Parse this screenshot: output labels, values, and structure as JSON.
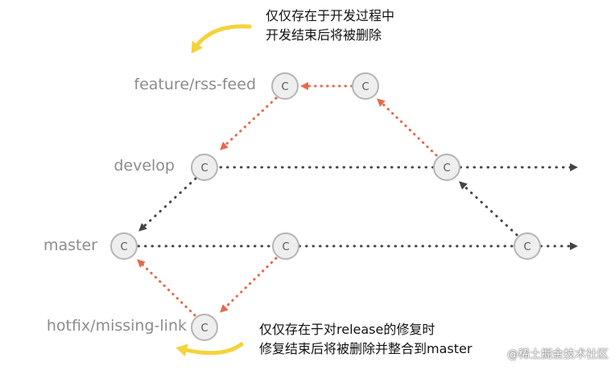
{
  "branches": {
    "feature": "feature/rss-feed",
    "develop": "develop",
    "master": "master",
    "hotfix": "hotfix/missing-link"
  },
  "commit_label": "C",
  "notes": {
    "feature_line1": "仅仅存在于开发过程中",
    "feature_line2": "开发结束后将被删除",
    "hotfix_line1": "仅仅存在于对release的修复时",
    "hotfix_line2": "修复结束后将被删除并整合到master"
  },
  "watermark": "@稀土掘金技术社区",
  "colors": {
    "merge_arrow": "#e8674a",
    "main_arrow": "#444444",
    "commit_fill": "#eeeeee",
    "commit_stroke": "#b5b5b5",
    "curved_arrow": "#f5d33a",
    "label": "#8c8c8c"
  }
}
